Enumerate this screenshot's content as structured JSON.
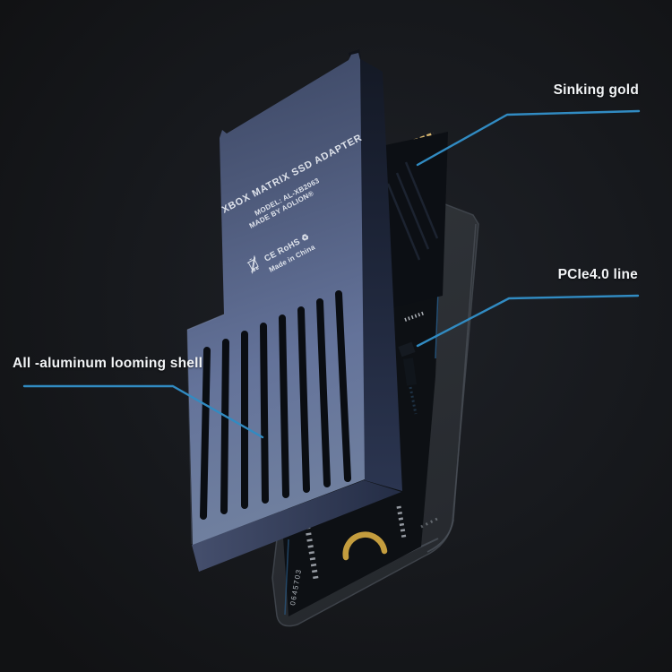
{
  "callouts": {
    "sinking_gold": "Sinking gold",
    "pcie_line": "PCIe4.0 line",
    "aluminum_shell": "All -aluminum looming shell"
  },
  "shell_print": {
    "title": "XBOX MATRIX SSD ADAPTER",
    "model": "MODEL: AL-XB2063",
    "maker": "MADE BY AOLION®",
    "cert_line": "CE RoHS ♻",
    "origin": "Made in China"
  },
  "pcb": {
    "serial": "0645703"
  },
  "colors": {
    "background": "#17191d",
    "leader_line": "#318bc2",
    "shell_blue_dark": "#3b4663",
    "shell_blue_light": "#70809f",
    "gold": "#c3a15c",
    "label_text": "#f2f4f6"
  }
}
